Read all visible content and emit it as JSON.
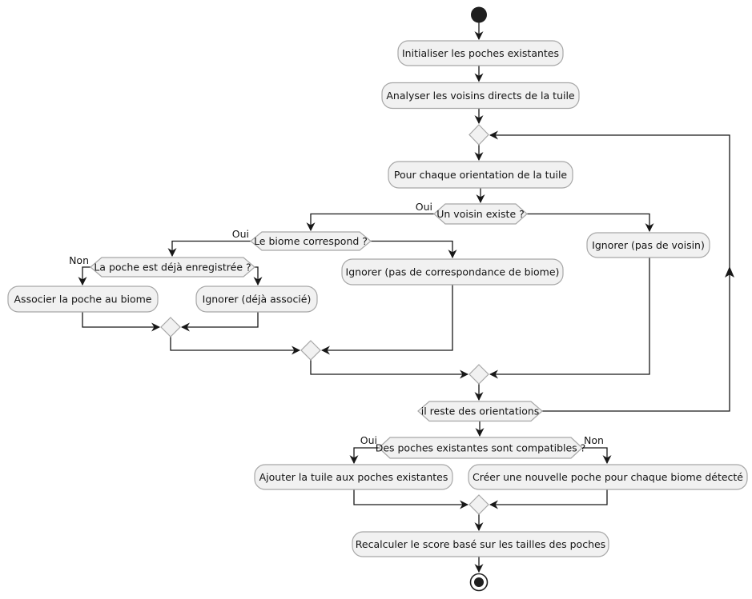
{
  "palette": {
    "background": "#ffffff",
    "node_fill": "#f1f1f1",
    "node_border": "#a7a7a7",
    "edge_color": "#181818",
    "text_color": "#141414"
  },
  "activities": {
    "init": "Initialiser les poches existantes",
    "analyser": "Analyser les voisins directs de la tuile",
    "pour_chaque": "Pour chaque orientation de la tuile",
    "ignorer_pas_voisin": "Ignorer (pas de voisin)",
    "ignorer_pas_biome": "Ignorer (pas de correspondance de biome)",
    "associer": "Associer la poche au biome",
    "ignorer_deja_associe": "Ignorer (déjà associé)",
    "ajouter": "Ajouter la tuile aux poches existantes",
    "creer": "Créer une nouvelle poche pour chaque biome détecté",
    "recalculer": "Recalculer le score basé sur les tailles des poches"
  },
  "decisions": {
    "un_voisin_existe": "Un voisin existe ?",
    "le_biome_correspond": "Le biome correspond ?",
    "poche_deja_enregistree": "La poche est déjà enregistrée ?",
    "il_reste_orientations": "il reste des orientations",
    "poches_compatibles": "Des poches existantes sont compatibles ?"
  },
  "branch_labels": {
    "oui": "Oui",
    "non": "Non"
  }
}
